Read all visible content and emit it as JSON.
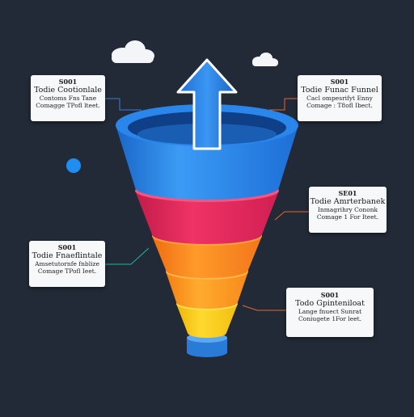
{
  "diagram": {
    "labels": [
      {
        "code": "S001",
        "title": "Todie Cootionlale",
        "line1": "Contoms Fns Tane",
        "line2": "Comagge TPofl lteet."
      },
      {
        "code": "S001",
        "title": "Todie Funac Funnel",
        "line1": "Cacl ompesrifyt Enny",
        "line2": "Comage : T8ofl Ibect."
      },
      {
        "code": "SE01",
        "title": "Todie Amrterbanek",
        "line1": "Inmagrihry Cononk",
        "line2": "Comage 1 For Iteet."
      },
      {
        "code": "S001",
        "title": "Todie Fnaeflintale",
        "line1": "Amsetutornfe fnblize",
        "line2": "Comage TPofl Ieet."
      },
      {
        "code": "S001",
        "title": "Todo Gpinteniloat",
        "line1": "Lange fnuect Sunrat",
        "line2": "Coniugete 1For leet."
      }
    ],
    "colors": {
      "background": "#212a36",
      "funnel_top": "#2f8ef0",
      "funnel_red": "#e92a5c",
      "funnel_orange": "#ff8c1e",
      "funnel_yellow": "#ffcd18",
      "funnel_base": "#3b8fe8",
      "arrow": "#2a7fe6",
      "connector": "#e8672f"
    },
    "icons": [
      "arrow-up-icon",
      "cloud-icon",
      "dot-icon"
    ]
  }
}
